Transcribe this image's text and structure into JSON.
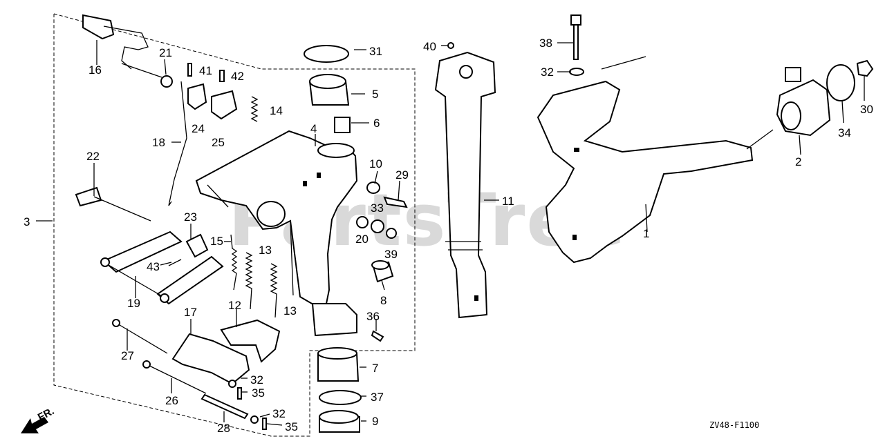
{
  "watermark": "PartsTree",
  "trademark": "TM",
  "diagram_code": "ZV48-F1100",
  "direction_label": "FR.",
  "callouts": {
    "c1": "1",
    "c2": "2",
    "c3": "3",
    "c4": "4",
    "c5": "5",
    "c6": "6",
    "c7": "7",
    "c8": "8",
    "c9": "9",
    "c10": "10",
    "c11": "11",
    "c12": "12",
    "c13a": "13",
    "c13b": "13",
    "c14": "14",
    "c15": "15",
    "c16": "16",
    "c17": "17",
    "c18": "18",
    "c19": "19",
    "c20": "20",
    "c21": "21",
    "c22": "22",
    "c23": "23",
    "c24": "24",
    "c25": "25",
    "c26": "26",
    "c27": "27",
    "c28": "28",
    "c29": "29",
    "c30": "30",
    "c31": "31",
    "c32a": "32",
    "c32b": "32",
    "c32c": "32",
    "c33": "33",
    "c34": "34",
    "c35a": "35",
    "c35b": "35",
    "c36": "36",
    "c37": "37",
    "c38": "38",
    "c39": "39",
    "c40": "40",
    "c41": "41",
    "c42": "42",
    "c43": "43"
  }
}
